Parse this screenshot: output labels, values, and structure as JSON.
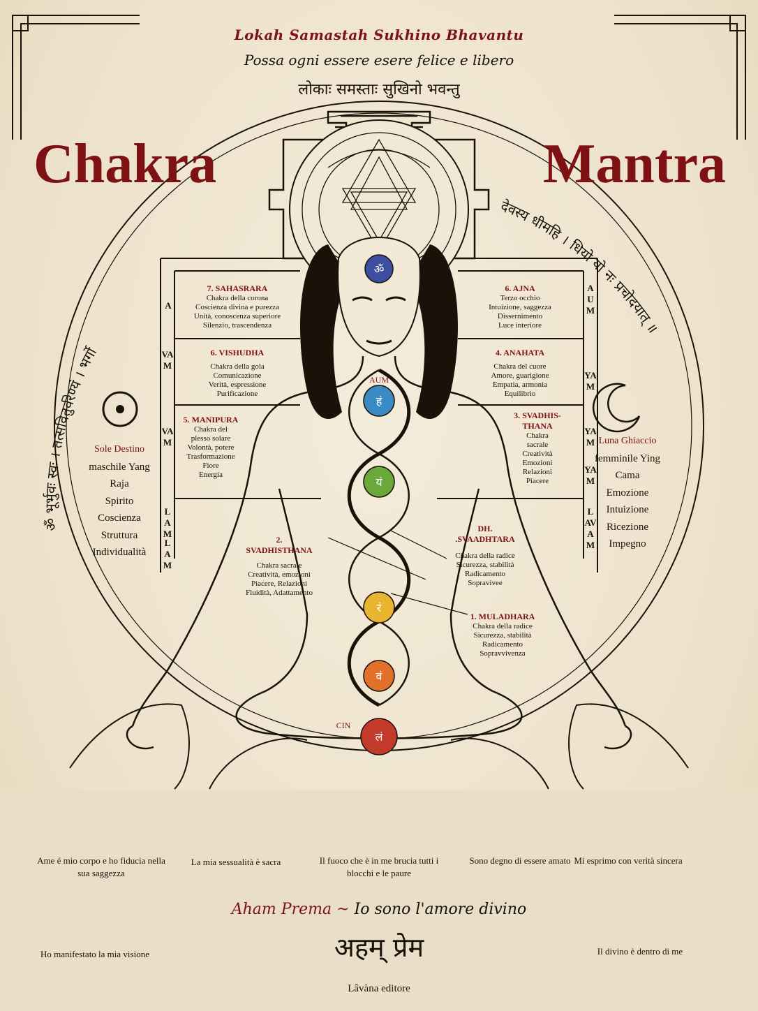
{
  "header": {
    "mantra_line": "Lokah Samastah Sukhino Bhavantu",
    "italian_line": "Possa ogni essere esere felice e libero",
    "devanagari_line": "लोकाः समस्ताः सुखिनो भवन्तु"
  },
  "title": {
    "left": "Chakra",
    "right": "Mantra"
  },
  "ring_text": {
    "left_arc": "ॐ भूर्भुवः स्वः । तत्सवितुर्वरेण्यं । भर्गो",
    "right_arc": "देवस्य धीमहि । धियो यो नः प्रचोदयात् ॥"
  },
  "left_column": {
    "sections": [
      {
        "title": "7. SAHASRARA",
        "lines": [
          "Chakra della corona",
          "Coscienza divina e purezza",
          "Unità, conoscenza superiore",
          "Silenzio, trascendenza"
        ]
      },
      {
        "title": "6. VISHUDHA",
        "lines": [
          "Chakra della gola",
          "Comunicazione",
          "Verità, espressione",
          "Purificazione"
        ]
      },
      {
        "title": "5. MANIPURA",
        "lines": [
          "Chakra del",
          "plesso solare",
          "Volontà, potere",
          "Trasformazione",
          "Fiore",
          "Energia"
        ]
      }
    ],
    "vertical_words": [
      "A",
      "VAM",
      "VAM",
      "LAM",
      "LAM"
    ]
  },
  "right_column": {
    "sections": [
      {
        "title": "6. AJNA",
        "lines": [
          "Terzo occhio",
          "Intuizione, saggezza",
          "Dissernimento",
          "Luce interiore"
        ]
      },
      {
        "title": "4. ANAHATA",
        "lines": [
          "Chakra del cuore",
          "Amore, guarigione",
          "Empatia, armonia",
          "Equilibrio"
        ]
      },
      {
        "title": "3. SVADHIS-\nTHANA",
        "lines": [
          "Chakra",
          "sacrale",
          "Creatività",
          "Emozioni",
          "Relazioni",
          "Piacere"
        ]
      }
    ],
    "vertical_words": [
      "AUM",
      "YAM",
      "YAM",
      "YAM",
      "LAVAM"
    ]
  },
  "sun_side": {
    "heading": "Sole Destino",
    "items": [
      "maschile Yang",
      "Raja",
      "Spirito",
      "Coscienza",
      "Struttura",
      "Individualità"
    ]
  },
  "moon_side": {
    "heading": "Luna Ghiaccio",
    "items": [
      "femminile Ying",
      "Cama",
      "Emozione",
      "Intuizione",
      "Ricezione",
      "Impegno"
    ]
  },
  "body_labels": {
    "left_lower": {
      "title": "2.\nSVADHISTHANA",
      "lines": [
        "Chakra sacrale",
        "Creatività, emozioni",
        "Piacere, Relazioni",
        "Fluidità, Adattamento"
      ]
    },
    "right_mid": {
      "title": "DH.\n.SVAADHTARA",
      "lines": [
        "Chakra della radice",
        "Sicurezza, stabilità",
        "Radicamento",
        "Sopravivee"
      ]
    },
    "right_lower": {
      "title": "1. MULADHARA",
      "lines": [
        "Chakra della radice",
        "Sicurezza, stabilità",
        "Radicamento",
        "Sopravvivenza"
      ]
    },
    "aum": "AUM",
    "cin": "CIN"
  },
  "affirmations": [
    {
      "text": "Ame é mio corpo e ho fiducia nella sua saggezza",
      "color": "#c23a2a",
      "icon": "muladhara-icon",
      "glyph": "लं"
    },
    {
      "text": "La mia sessualità è sacra",
      "color": "#e0702a",
      "icon": "svadhisthana-icon",
      "glyph": "वं"
    },
    {
      "text": "Il fuoco che è in me brucia tutti i blocchi e le paure",
      "color": "#e9b531",
      "icon": "manipura-icon",
      "glyph": "रं"
    },
    {
      "text": "Sono degno di essere amato",
      "color": "#6aa83a",
      "icon": "anahata-icon",
      "glyph": "यं"
    },
    {
      "text": "Mi esprimo con verità sincera",
      "color": "#3a8ac4",
      "icon": "vishuddha-icon",
      "glyph": "हं"
    },
    {
      "text": "Ho manifestato la mia visione",
      "color": "#3b4ea0",
      "icon": "ajna-icon",
      "glyph": "ॐ"
    },
    {
      "text": "Il divino è dentro di me",
      "color": "#8a5aa0",
      "icon": "sahasrara-icon",
      "glyph": "ॐ"
    }
  ],
  "closing": {
    "mantra": "Aham Prema",
    "separator": "~",
    "translation": "Io sono l'amore divino",
    "devanagari": "अहम् प्रेम"
  },
  "publisher": "Lâvàna editore",
  "colors": {
    "accent": "#7e1114",
    "paper": "#efe6d3",
    "ink": "#1a1208"
  }
}
